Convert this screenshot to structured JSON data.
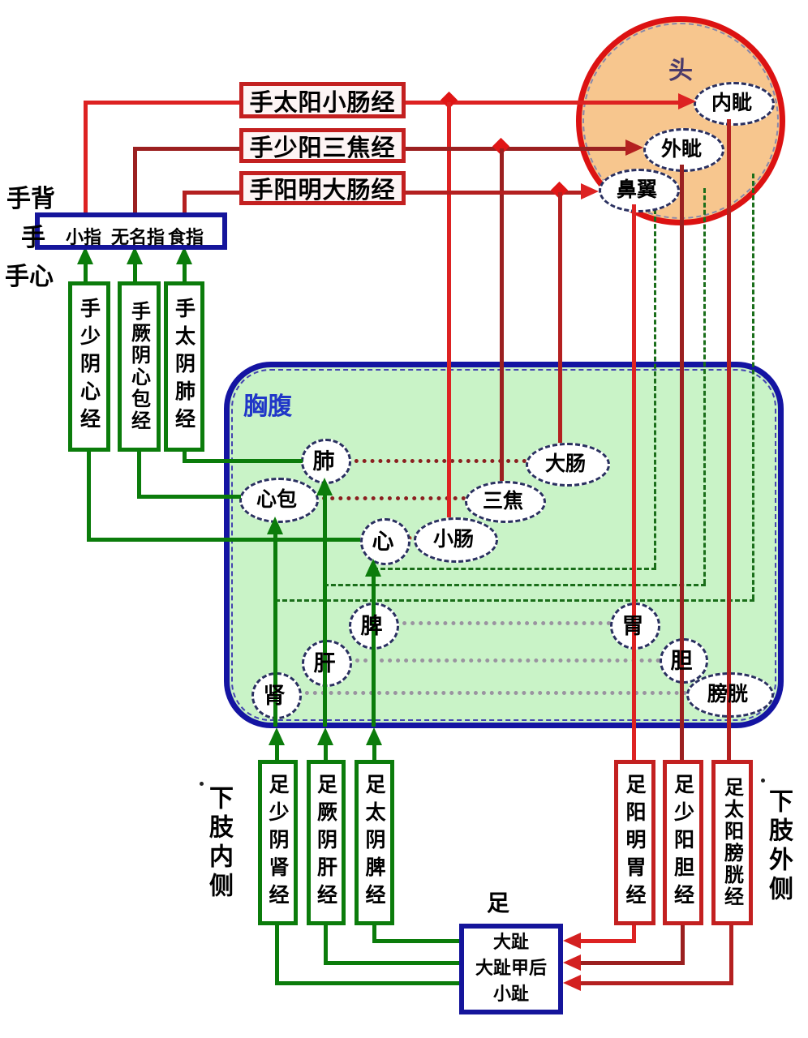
{
  "palette": {
    "line_red_bright": "#dd2222",
    "line_red_dark": "#9b2020",
    "line_red_mid": "#b42020",
    "line_green": "#0b7c0b",
    "dashed_green": "#1a6e1a",
    "dotted_dark_red": "#8b2020",
    "dotted_gray": "#9a93a0",
    "navy_border": "#15159b",
    "red_box_border": "#c32020",
    "torso_fill": "#c9f3c7",
    "torso_border": "#1414a2",
    "head_fill": "#f7c68e",
    "head_border": "#dc1212",
    "torso_label_blue": "#2036c8",
    "head_label_purple": "#4a3a6a"
  },
  "head": {
    "label": "头",
    "nodes": {
      "inner_canthus": "内眦",
      "outer_canthus": "外眦",
      "nose_wing": "鼻翼"
    }
  },
  "hand": {
    "back": "手背",
    "hand": "手",
    "palm": "手心",
    "fingers": {
      "little": "小指",
      "ring": "无名指",
      "index": "食指"
    }
  },
  "hand_yang_meridians": [
    "手太阳小肠经",
    "手少阳三焦经",
    "手阳明大肠经"
  ],
  "hand_yin_meridians": [
    "手少阴心经",
    "手厥阴心包经",
    "手太阴肺经"
  ],
  "torso": {
    "label": "胸腹",
    "organs": {
      "lung": "肺",
      "large_intestine": "大肠",
      "pericardium": "心包",
      "triple_burner": "三焦",
      "heart": "心",
      "small_intestine": "小肠",
      "spleen": "脾",
      "liver": "肝",
      "kidney": "肾",
      "stomach": "胃",
      "gallbladder": "胆",
      "bladder": "膀胱"
    }
  },
  "foot_yin_meridians": [
    "足少阴肾经",
    "足厥阴肝经",
    "足太阴脾经"
  ],
  "foot_yang_meridians": [
    "足阳明胃经",
    "足少阳胆经",
    "足太阳膀胱经"
  ],
  "leg": {
    "inner": "下肢内侧",
    "outer": "下肢外侧"
  },
  "foot": {
    "label": "足",
    "big_toe": "大趾",
    "big_toe_nail_back": "大趾甲后",
    "little_toe": "小趾"
  }
}
